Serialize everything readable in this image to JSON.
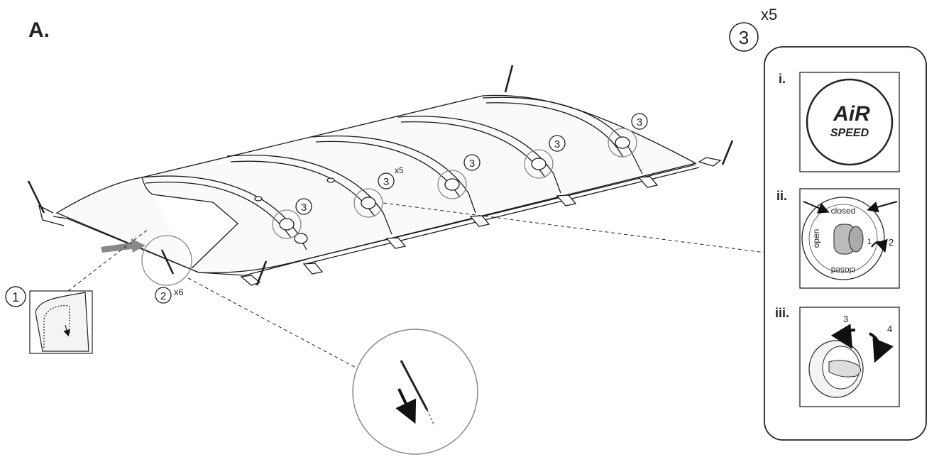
{
  "step_letter": "A.",
  "callouts": {
    "one": "1",
    "two": "2",
    "two_mult": "x6",
    "three": "3",
    "three_mult": "x5"
  },
  "panel": {
    "sub_i": "i.",
    "sub_ii": "ii.",
    "sub_iii": "iii.",
    "logo_line1": "AiR",
    "logo_line2": "SPEED",
    "valve_closed": "closed",
    "valve_open": "open",
    "arrow_1": "1",
    "arrow_2": "2",
    "arrow_3": "3",
    "arrow_4": "4"
  }
}
